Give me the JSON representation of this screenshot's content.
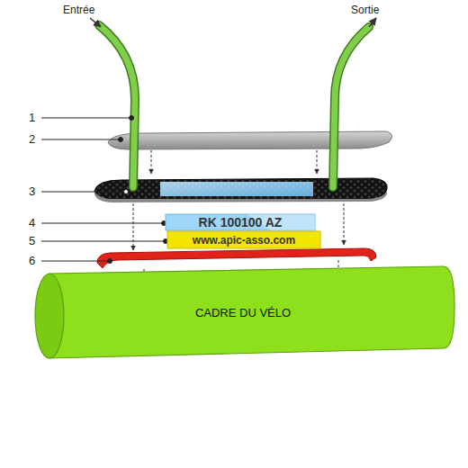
{
  "diagram": {
    "nodes": [
      {
        "text": [
          "RK 100100 AZ"
        ]
      },
      {
        "text": [
          "www.apic-asso.com"
        ]
      },
      {
        "text": [
          "CADRE DU VÉLO"
        ]
      }
    ],
    "labels": [
      "Entrée",
      "Sortie",
      "1",
      "2",
      "3",
      "4",
      "5",
      "6"
    ]
  }
}
